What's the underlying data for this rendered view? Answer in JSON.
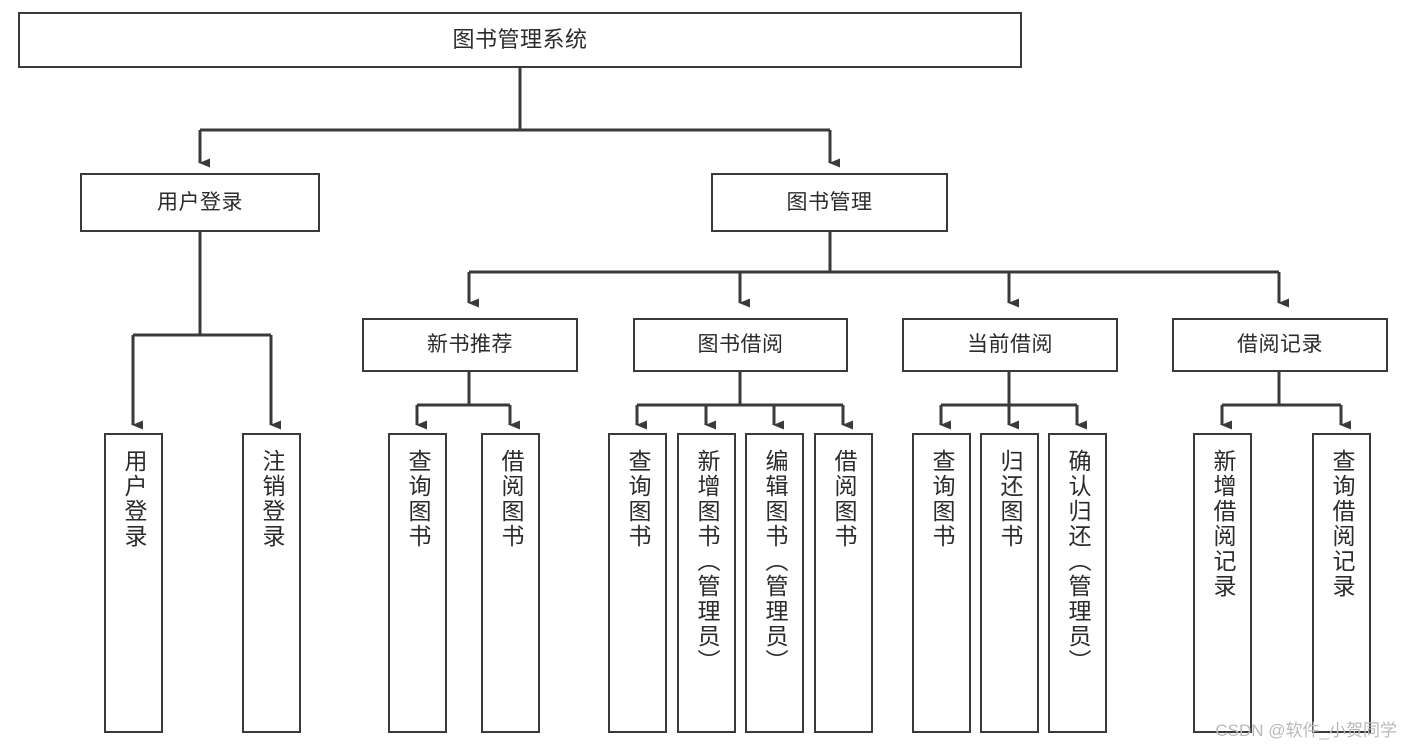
{
  "diagram": {
    "title": "图书管理系统",
    "type": "tree-hierarchy-chart",
    "watermark": "CSDN @软件_小贺同学",
    "colors": {
      "stroke": "#3a3a3a",
      "fill": "#ffffff",
      "text": "#2b2b2b",
      "watermark": "#b9b9b9"
    },
    "levels": {
      "level0": [
        "图书管理系统"
      ],
      "level1": [
        "用户登录",
        "图书管理"
      ],
      "level2": [
        "新书推荐",
        "图书借阅",
        "当前借阅",
        "借阅记录"
      ],
      "level3": [
        "用户登录",
        "注销登录",
        "查询图书",
        "借阅图书",
        "查询图书",
        "新增图书（管理员）",
        "编辑图书（管理员）",
        "借阅图书",
        "查询图书",
        "归还图书",
        "确认归还（管理员）",
        "新增借阅记录",
        "查询借阅记录"
      ]
    },
    "nodes": {
      "root": {
        "label": "图书管理系统"
      },
      "user_login": {
        "label": "用户登录"
      },
      "book_manage": {
        "label": "图书管理"
      },
      "new_book_rec": {
        "label": "新书推荐"
      },
      "book_borrow": {
        "label": "图书借阅"
      },
      "current_borrow": {
        "label": "当前借阅"
      },
      "borrow_record": {
        "label": "借阅记录"
      },
      "leaf_user_login": {
        "label": "用户登录"
      },
      "leaf_user_logout": {
        "label": "注销登录"
      },
      "leaf_rec_query": {
        "label": "查询图书"
      },
      "leaf_rec_borrow": {
        "label": "借阅图书"
      },
      "leaf_borrow_query": {
        "label": "查询图书"
      },
      "leaf_borrow_add": {
        "label": "新增图书（管理员）"
      },
      "leaf_borrow_edit": {
        "label": "编辑图书（管理员）"
      },
      "leaf_borrow_do": {
        "label": "借阅图书"
      },
      "leaf_cur_query": {
        "label": "查询图书"
      },
      "leaf_cur_return": {
        "label": "归还图书"
      },
      "leaf_cur_confirm": {
        "label": "确认归还（管理员）"
      },
      "leaf_rec_add": {
        "label": "新增借阅记录"
      },
      "leaf_rec_search": {
        "label": "查询借阅记录"
      }
    }
  }
}
